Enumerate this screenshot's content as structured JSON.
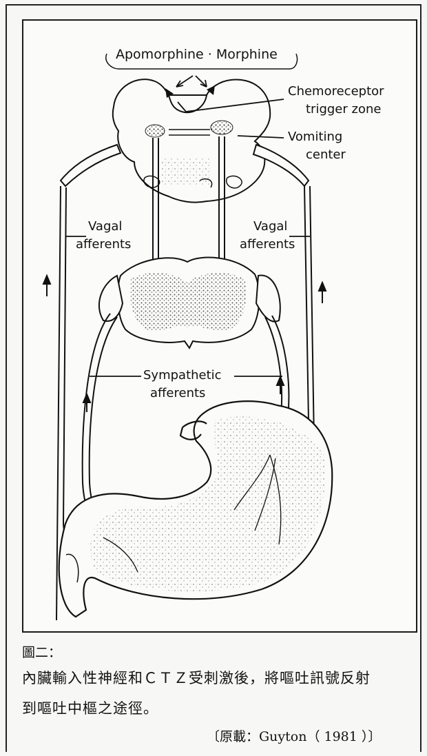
{
  "diagram": {
    "label_apomorphine": "Apomorphine · Morphine",
    "label_ctz_line1": "Chemoreceptor",
    "label_ctz_line2": "trigger zone",
    "label_vomiting_line1": "Vomiting",
    "label_vomiting_line2": "center",
    "label_vagal_left_line1": "Vagal",
    "label_vagal_left_line2": "afferents",
    "label_vagal_right_line1": "Vagal",
    "label_vagal_right_line2": "afferents",
    "label_sympathetic_line1": "Sympathetic",
    "label_sympathetic_line2": "afferents"
  },
  "caption": {
    "figure_label": "圖二：",
    "text_line1": "內臟輸入性神經和ＣＴＺ受刺激後，將嘔吐訊號反射",
    "text_line2": "到嘔吐中樞之途徑。",
    "source": "〔原載：Guyton（ 1981 ）〕"
  }
}
